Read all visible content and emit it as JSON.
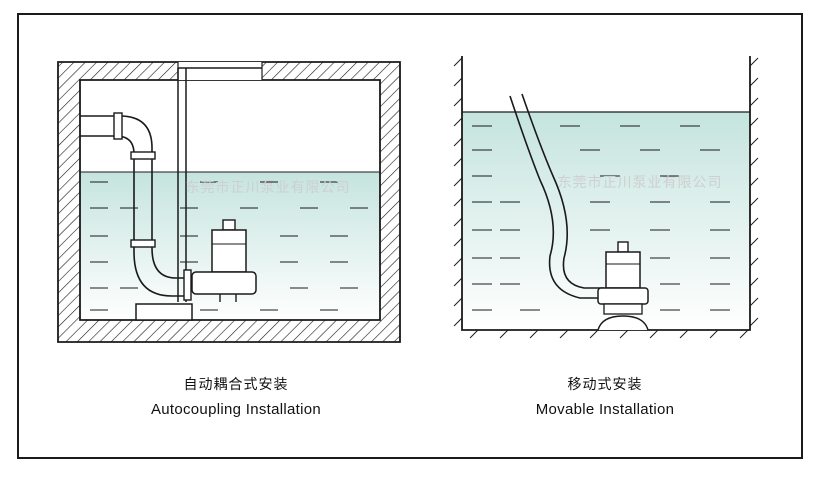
{
  "left_panel": {
    "caption_cn": "自动耦合式安装",
    "caption_en": "Autocoupling Installation",
    "watermark": "东莞市正川泵业有限公司"
  },
  "right_panel": {
    "caption_cn": "移动式安装",
    "caption_en": "Movable Installation",
    "watermark": "东莞市正川泵业有限公司"
  },
  "colors": {
    "water_top": "#c5e4de",
    "water_bottom": "#ffffff",
    "line": "#1a1a1a"
  }
}
